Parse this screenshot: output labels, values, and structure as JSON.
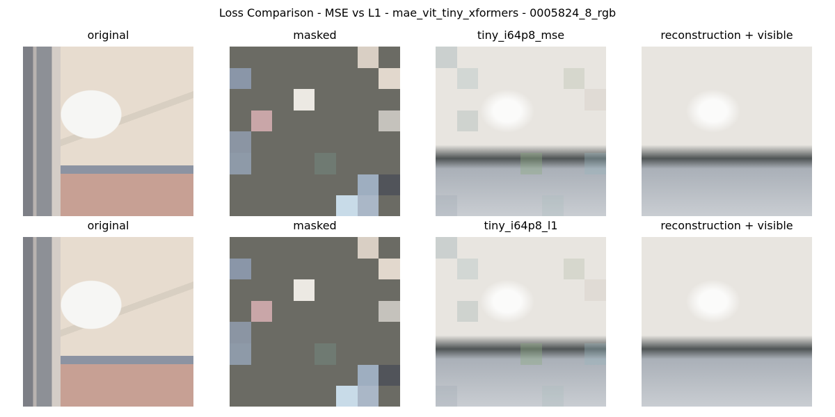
{
  "figure": {
    "title": "Loss Comparison - MSE vs L1 - mae_vit_tiny_xformers - 0005824_8_rgb"
  },
  "rows": [
    {
      "panels": [
        {
          "title": "original",
          "kind": "original"
        },
        {
          "title": "masked",
          "kind": "masked"
        },
        {
          "title": "tiny_i64p8_mse",
          "kind": "reconstruction"
        },
        {
          "title": "reconstruction + visible",
          "kind": "composite"
        }
      ]
    },
    {
      "panels": [
        {
          "title": "original",
          "kind": "original"
        },
        {
          "title": "masked",
          "kind": "masked"
        },
        {
          "title": "tiny_i64p8_l1",
          "kind": "reconstruction"
        },
        {
          "title": "reconstruction + visible",
          "kind": "composite"
        }
      ]
    }
  ],
  "colors": {
    "mask_gray": "#6b6b64",
    "background": "#ffffff"
  }
}
